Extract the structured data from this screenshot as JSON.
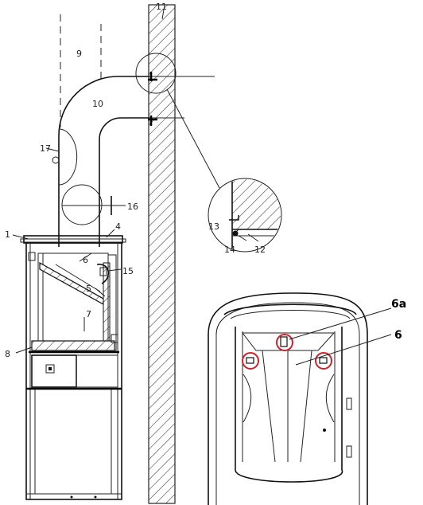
{
  "labels": {
    "l1": "1",
    "l4": "4",
    "l5": "5",
    "l6": "6",
    "l7": "7",
    "l8": "8",
    "l9": "9",
    "l10": "10",
    "l11": "11",
    "l12": "12",
    "l13": "13",
    "l14": "14",
    "l15": "15",
    "l16": "16",
    "l17": "17",
    "d6a": "6a",
    "d6": "6"
  },
  "colors": {
    "stroke": "#111111",
    "hatch": "#444444",
    "highlight": "#d0212a"
  }
}
